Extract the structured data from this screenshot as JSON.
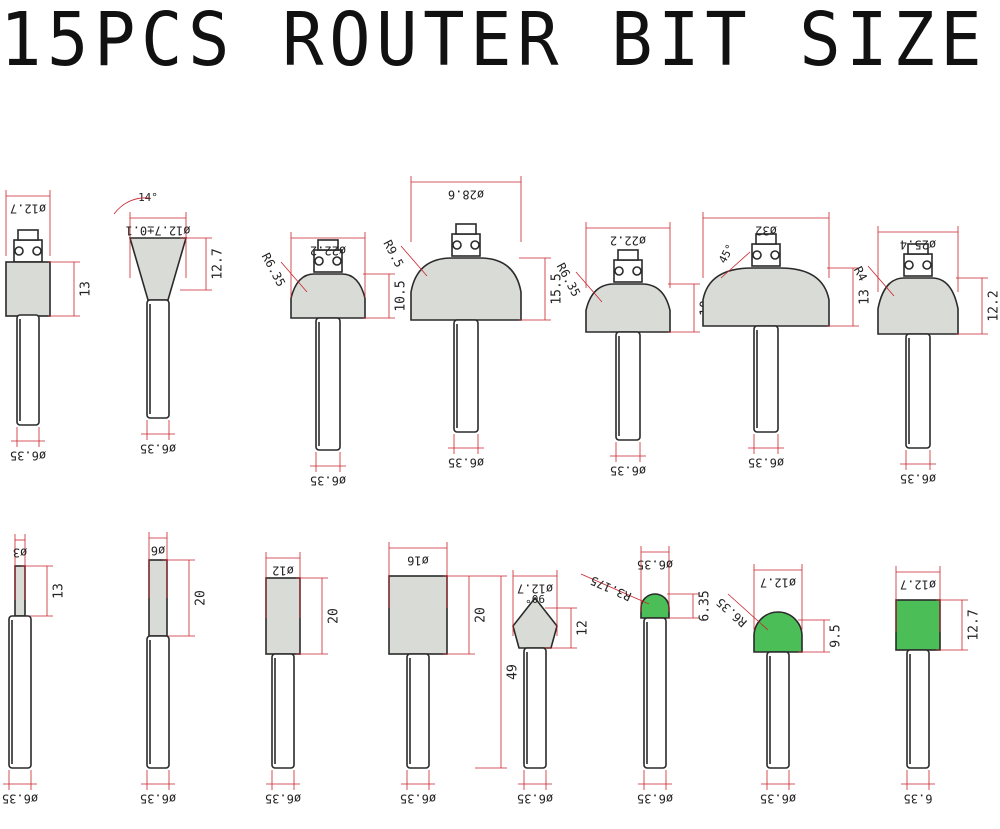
{
  "title": "15PCS ROUTER BIT SIZE",
  "colors": {
    "dimension": "#c8232b",
    "outline": "#2a2a2a",
    "carbide": "#d9dcd6",
    "highlight": "#4cbe58"
  },
  "row1": [
    {
      "dia": "ø12.7",
      "height": "13",
      "shank": "ø6.35"
    },
    {
      "dia": "ø12.7±0.1",
      "angle": "14°",
      "height": "12.7",
      "shank": "ø6.35"
    },
    {
      "dia": "ø22.2",
      "radius": "R6.35",
      "height": "10.5",
      "shank": "ø6.35"
    },
    {
      "dia": "ø28.6",
      "radius": "R9.5",
      "height": "15.5",
      "shank": "ø6.35"
    },
    {
      "dia": "ø22.2",
      "radius": "R6.35",
      "height": "10",
      "shank": "ø6.35"
    },
    {
      "dia": "ø32",
      "angle": "45°",
      "height": "13",
      "shank": "ø6.35"
    },
    {
      "dia": "ø25.4",
      "radius": "R4",
      "height": "12.2",
      "shank": "ø6.35"
    }
  ],
  "row2": [
    {
      "dia": "ø3",
      "height": "13",
      "shank": "ø6.35"
    },
    {
      "dia": "ø6",
      "height": "20",
      "shank": "ø6.35"
    },
    {
      "dia": "ø12",
      "height": "20",
      "shank": "ø6.35"
    },
    {
      "dia": "ø16",
      "height": "20",
      "total": "49",
      "shank": "ø6.35"
    },
    {
      "dia": "ø12.7",
      "angle": "90°",
      "height": "12",
      "shank": "ø6.35"
    },
    {
      "dia": "ø6.35",
      "radius": "R3.175",
      "height": "6.35",
      "shank": "ø6.35"
    },
    {
      "dia": "ø12.7",
      "radius": "R6.35",
      "height": "9.5",
      "shank": "ø6.35"
    },
    {
      "dia": "ø12.7",
      "height": "12.7",
      "shank": "6.35"
    }
  ]
}
